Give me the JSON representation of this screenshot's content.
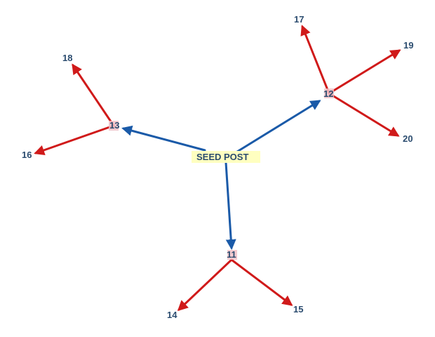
{
  "colors": {
    "primary_edge": "#1a5aa8",
    "secondary_edge": "#d01a1a",
    "label_text": "#2b4c6f",
    "seed_highlight": "#ffffc0",
    "node_marker": "#f2c2c8",
    "background": "#ffffff"
  },
  "seed": {
    "label": "SEED POST"
  },
  "nodes": {
    "n11": {
      "label": "11"
    },
    "n12": {
      "label": "12"
    },
    "n13": {
      "label": "13"
    },
    "n14": {
      "label": "14"
    },
    "n15": {
      "label": "15"
    },
    "n16": {
      "label": "16"
    },
    "n17": {
      "label": "17"
    },
    "n18": {
      "label": "18"
    },
    "n19": {
      "label": "19"
    },
    "n20": {
      "label": "20"
    }
  },
  "edges": [
    {
      "from": "seed",
      "to": "n11",
      "kind": "primary"
    },
    {
      "from": "seed",
      "to": "n12",
      "kind": "primary"
    },
    {
      "from": "seed",
      "to": "n13",
      "kind": "primary"
    },
    {
      "from": "n11",
      "to": "n14",
      "kind": "secondary"
    },
    {
      "from": "n11",
      "to": "n15",
      "kind": "secondary"
    },
    {
      "from": "n12",
      "to": "n17",
      "kind": "secondary"
    },
    {
      "from": "n12",
      "to": "n19",
      "kind": "secondary"
    },
    {
      "from": "n12",
      "to": "n20",
      "kind": "secondary"
    },
    {
      "from": "n13",
      "to": "n16",
      "kind": "secondary"
    },
    {
      "from": "n13",
      "to": "n18",
      "kind": "secondary"
    }
  ]
}
